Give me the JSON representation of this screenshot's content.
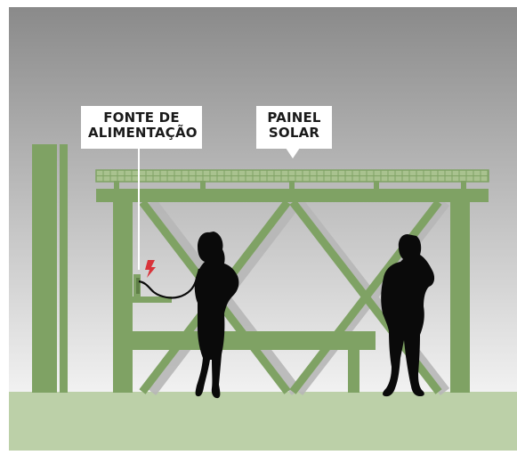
{
  "callouts": {
    "power_supply": {
      "line1": "FONTE DE",
      "line2": "ALIMENTAÇÃO"
    },
    "solar_panel": {
      "line1": "PAINEL",
      "line2": "SOLAR"
    }
  },
  "colors": {
    "sky_top": "#8a8a8a",
    "sky_bottom": "#efefef",
    "structure": "#7fa264",
    "ground": "#bcd0a8",
    "silhouette": "#0a0a0a",
    "power_icon": "#d9333a",
    "callout_bg": "#ffffff"
  },
  "icons": [
    "power-bolt-icon",
    "woman-silhouette",
    "man-phone-silhouette"
  ]
}
